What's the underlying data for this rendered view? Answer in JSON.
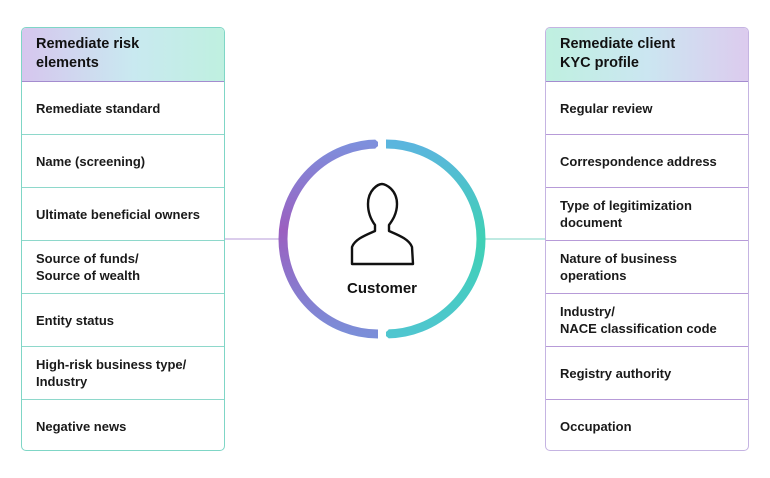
{
  "left_panel": {
    "title": "Remediate risk\nelements",
    "items": [
      "Remediate standard",
      "Name (screening)",
      "Ultimate beneficial owners",
      "Source of funds/\nSource of wealth",
      "Entity status",
      "High-risk business type/\nIndustry",
      "Negative news"
    ]
  },
  "right_panel": {
    "title": "Remediate client\nKYC profile",
    "items": [
      "Regular review",
      "Correspondence address",
      "Type of legitimization\ndocument",
      "Nature of business\noperations",
      "Industry/\nNACE classification code",
      "Registry authority",
      "Occupation"
    ]
  },
  "center": {
    "label": "Customer",
    "icon": "person-icon"
  },
  "colors": {
    "purple": "#9b5fc0",
    "blue": "#5bb5de",
    "teal": "#3fd1b5"
  }
}
